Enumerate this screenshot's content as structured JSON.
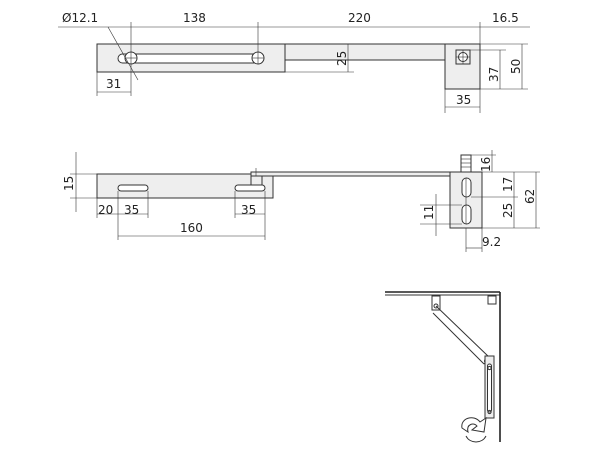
{
  "top_view": {
    "hole_diameter": "Ø12.1",
    "slot_span": "138",
    "arm_length": "220",
    "bracket_offset": "16.5",
    "arm_width": "25",
    "slot_offset": "31",
    "bracket_width": "35",
    "bracket_hole_height": "37",
    "bracket_height": "50"
  },
  "side_view": {
    "arm_thickness": "15",
    "slot_start": "20",
    "slot_a_length": "35",
    "slot_b_length": "35",
    "slot_pitch": "160",
    "stud_height": "16",
    "stud_offset": "17",
    "slot_height": "11",
    "bracket_slot_spacing": "25",
    "bracket_total_height": "62",
    "bracket_depth": "9.2"
  }
}
